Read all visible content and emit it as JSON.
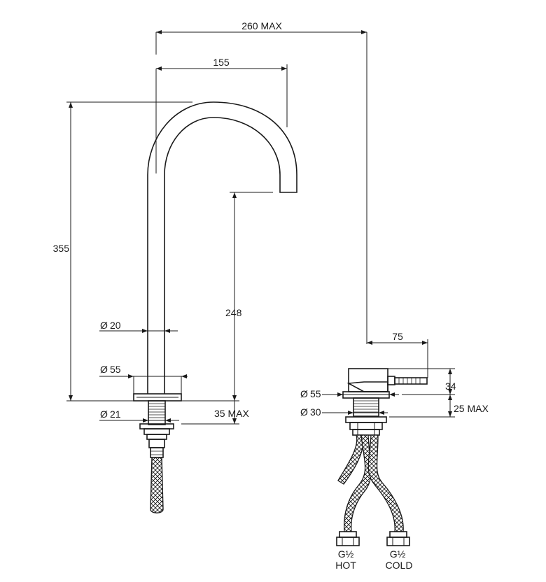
{
  "spout_dims": {
    "max_width": "260 MAX",
    "reach": "155",
    "height": "355",
    "outlet_height": "248",
    "spout_diameter": "20",
    "base_diameter": "55",
    "shank_diameter": "21",
    "max_bench_thickness": "35 MAX",
    "diameter_symbol": "Ø"
  },
  "mixer_dims": {
    "lever_length": "75",
    "body_height": "34",
    "max_bench_thickness": "25 MAX",
    "base_diameter": "55",
    "shank_diameter": "30"
  },
  "hoses": {
    "hot_thread": "G½",
    "hot_label": "HOT",
    "cold_thread": "G½",
    "cold_label": "COLD"
  }
}
